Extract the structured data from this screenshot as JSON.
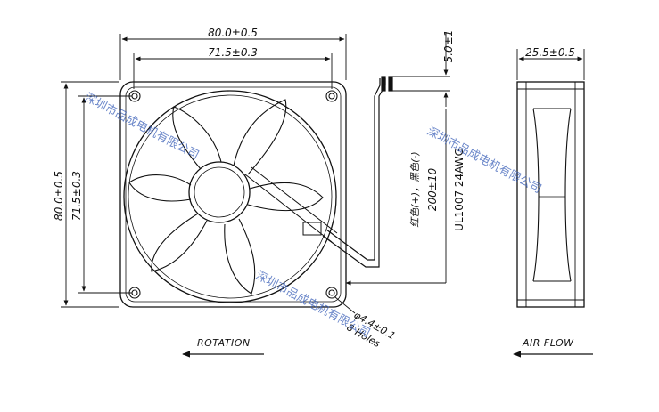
{
  "front_view": {
    "outer_width": "80.0±0.5",
    "inner_width": "71.5±0.3",
    "outer_height": "80.0±0.5",
    "inner_height": "71.5±0.3",
    "hole_label": "φ4.4±0.1",
    "holes_label": "8 Holes",
    "rotation_label": "ROTATION"
  },
  "lead_wire": {
    "offset": "5.0±1",
    "colors": "红色(+)，黑色(-)",
    "length": "200±10",
    "spec": "UL1007 24AWG"
  },
  "side_view": {
    "thickness": "25.5±0.5",
    "airflow_label": "AIR FLOW"
  },
  "watermark": {
    "text": "深圳市品成电机有限公司"
  }
}
